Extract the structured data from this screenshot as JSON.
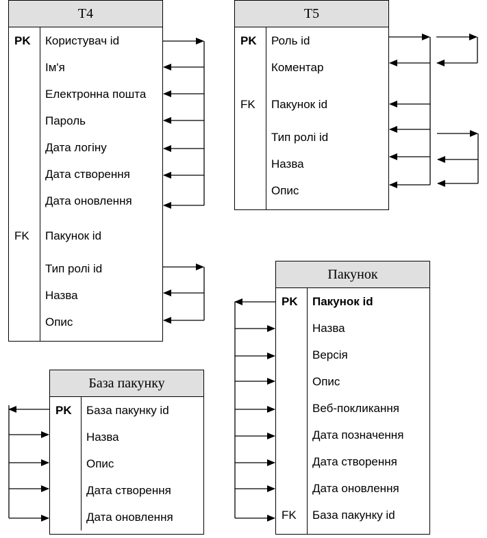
{
  "colors": {
    "header_fill": "#e0e0e0",
    "stroke": "#000000",
    "background": "#ffffff"
  },
  "tables": {
    "t4": {
      "title": "T4",
      "key_pk": "PK",
      "key_fk": "FK",
      "fields": [
        "Користувач id",
        "Ім'я",
        "Електронна пошта",
        "Пароль",
        "Дата  логіну",
        "Дата створення",
        "Дата оновлення",
        "Пакунок id",
        "Тип ролі id",
        "Назва",
        "Опис"
      ]
    },
    "t5": {
      "title": "T5",
      "key_pk": "PK",
      "key_fk": "FK",
      "fields": [
        "Роль id",
        "Коментар",
        "Пакунок id",
        "Тип ролі id",
        "Назва",
        "Опис"
      ]
    },
    "package": {
      "title": "Пакунок",
      "key_pk": "PK",
      "key_fk": "FK",
      "fields": [
        "Пакунок id",
        "Назва",
        "Версія",
        "Опис",
        "Веб-покликання",
        "Дата позначення",
        "Дата створення",
        "Дата оновлення",
        "База пакунку id"
      ]
    },
    "package_base": {
      "title": "База пакунку",
      "key_pk": "PK",
      "fields": [
        "База пакунку id",
        "Назва",
        "Опис",
        "Дата створення",
        "Дата оновлення"
      ]
    }
  }
}
